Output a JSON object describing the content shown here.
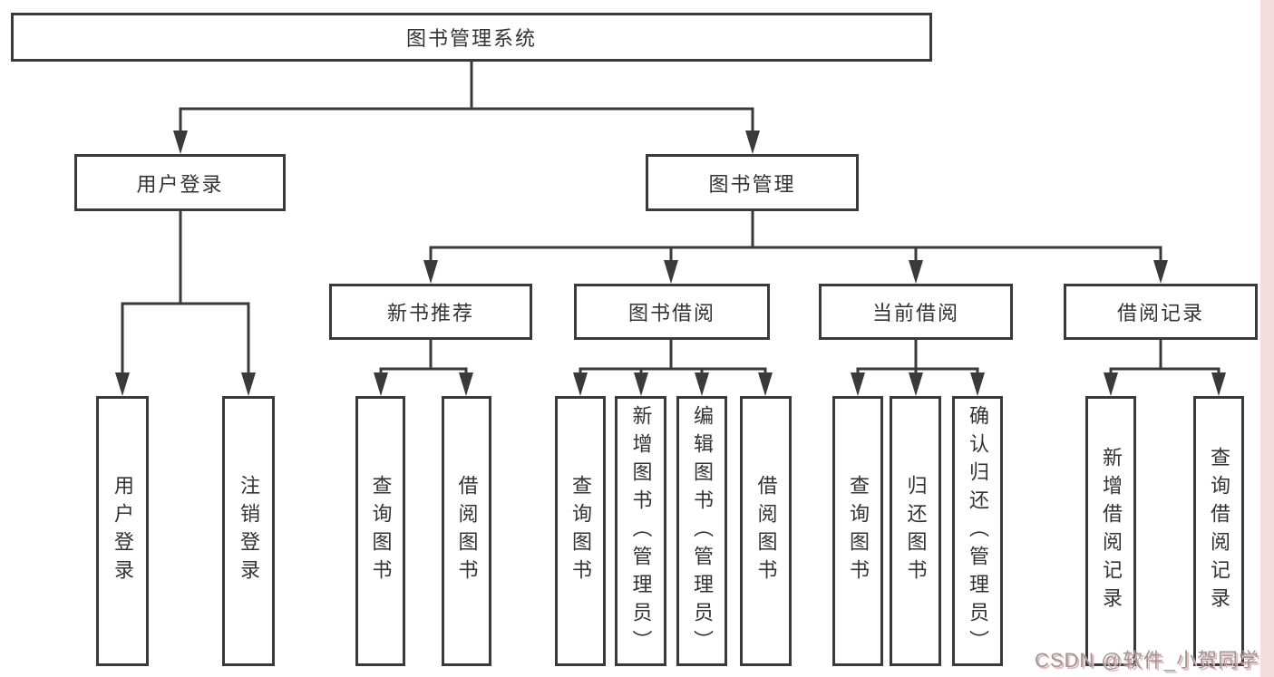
{
  "tree": {
    "root": {
      "label": "图书管理系统",
      "children": [
        {
          "label": "用户登录",
          "children": [
            {
              "label": "用户登录"
            },
            {
              "label": "注销登录"
            }
          ]
        },
        {
          "label": "图书管理",
          "children": [
            {
              "label": "新书推荐",
              "children": [
                {
                  "label": "查询图书"
                },
                {
                  "label": "借阅图书"
                }
              ]
            },
            {
              "label": "图书借阅",
              "children": [
                {
                  "label": "查询图书"
                },
                {
                  "label": "新增图书（管理员）"
                },
                {
                  "label": "编辑图书（管理员）"
                },
                {
                  "label": "借阅图书"
                }
              ]
            },
            {
              "label": "当前借阅",
              "children": [
                {
                  "label": "查询图书"
                },
                {
                  "label": "归还图书"
                },
                {
                  "label": "确认归还（管理员）"
                }
              ]
            },
            {
              "label": "借阅记录",
              "children": [
                {
                  "label": "新增借阅记录"
                },
                {
                  "label": "查询借阅记录"
                }
              ]
            }
          ]
        }
      ]
    }
  },
  "watermark": {
    "text": "CSDN @软件_小贺同学"
  },
  "colors": {
    "line": "#3a3a3a",
    "box_bg": "#ffffff",
    "text": "#333333",
    "watermark_text": "#999999",
    "watermark_shadow": "#edb2b2",
    "right_strip": "#f5dddd"
  }
}
